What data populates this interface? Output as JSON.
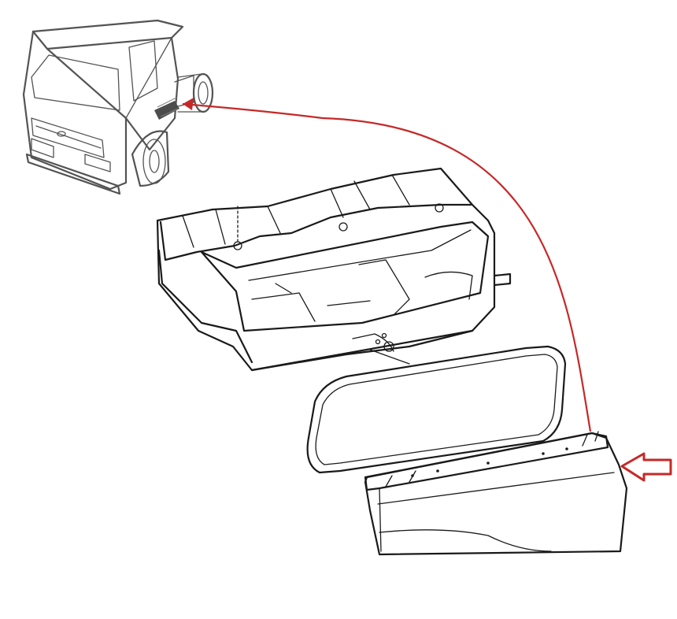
{
  "diagram": {
    "parts": [
      "truck-cab",
      "storage-box",
      "gasket-seal",
      "side-cover-panel"
    ],
    "colors": {
      "line": "#1a1a1a",
      "callout": "#c62828",
      "background": "#ffffff",
      "panel_shade": "#f2f2f2"
    },
    "icons": [
      "location-arrow-icon",
      "pointer-arrow-icon"
    ]
  }
}
